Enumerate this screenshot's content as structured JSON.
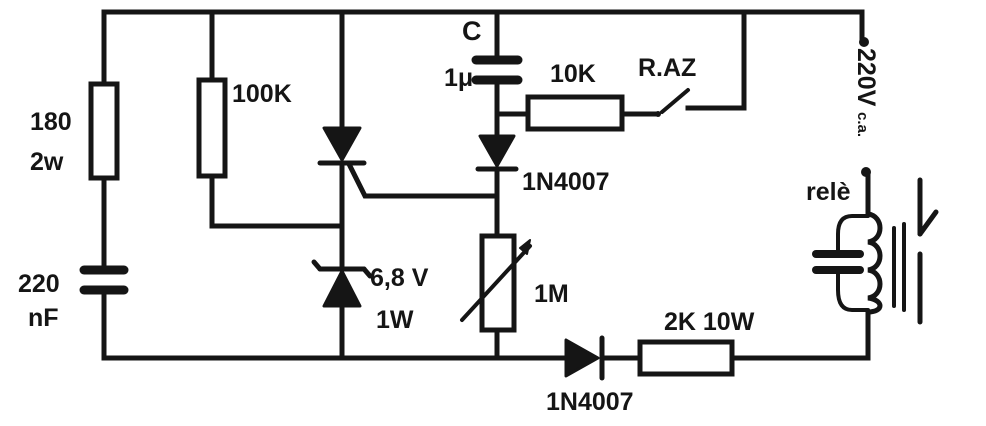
{
  "labels": {
    "r1_value": "180",
    "r1_power": "2w",
    "c1_value": "220",
    "c1_unit": "nF",
    "r2_value": "100K",
    "zener_voltage": "6,8 V",
    "zener_power": "1W",
    "cap_c_name": "C",
    "cap_c_value": "1μ",
    "r3_value": "10K",
    "switch_name": "R.AZ",
    "d1_type": "1N4007",
    "pot_value": "1M",
    "d2_type": "1N4007",
    "r4_value": "2K 10W",
    "supply": "220V",
    "supply_type": "c.a.",
    "relay_label": "relè"
  }
}
